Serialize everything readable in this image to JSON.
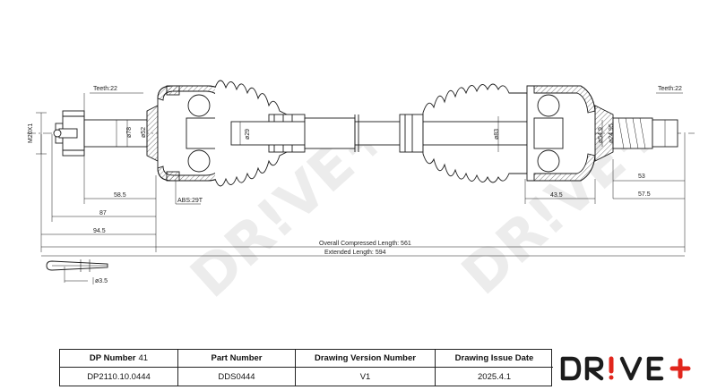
{
  "brand": "DR!VE+",
  "titleblock": {
    "dp_number_label": "DP Number",
    "dp_number_suffix": "41",
    "part_number_label": "Part Number",
    "version_label": "Drawing Version Number",
    "issue_date_label": "Drawing Issue Date",
    "dp_number": "DP2110.10.0444",
    "part_number": "DDS0444",
    "version": "V1",
    "issue_date": "2025.4.1"
  },
  "dimensions": {
    "thread": "M20X1",
    "teeth_left": "Teeth:22",
    "teeth_right": "Teeth:22",
    "abs": "ABS:29T",
    "dia_78": "ø78",
    "dia_52": "ø52",
    "dia_29": "ø29",
    "dia_83": "ø83",
    "dia_54_9": "ø54.9",
    "dia_24_95": "ø24.95",
    "dim_58_5": "58.5",
    "dim_87": "87",
    "dim_94_5": "94.5",
    "dim_43_5": "43.5",
    "dim_53": "53",
    "dim_57_5": "57.5",
    "overall_compressed": "Overall  Compressed  Length: 561",
    "extended": "Extended  Length: 594",
    "pin_dia": "ø3.5"
  },
  "colors": {
    "line": "#1a1a1a",
    "hatch": "#444444",
    "watermark": "#ececec",
    "logo_red": "#e1261c",
    "logo_dark": "#1c1c1c"
  }
}
